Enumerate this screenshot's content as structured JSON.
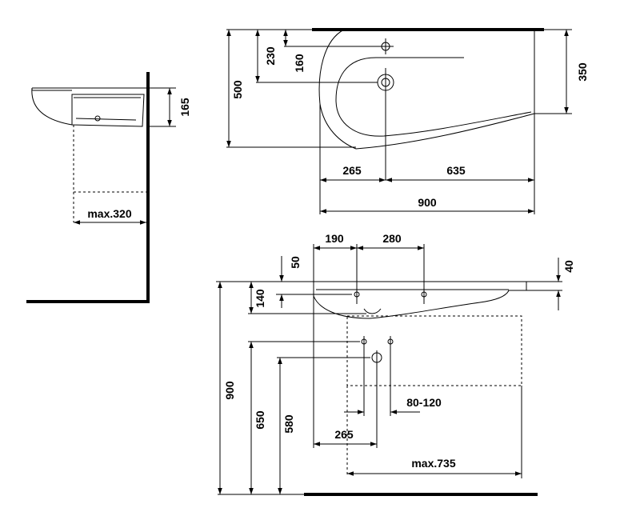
{
  "dimensions": {
    "side_165": "165",
    "side_max320": "max.320",
    "top_500": "500",
    "top_230": "230",
    "top_160": "160",
    "top_350": "350",
    "top_265": "265",
    "top_635": "635",
    "top_900": "900",
    "front_190": "190",
    "front_280": "280",
    "front_50": "50",
    "front_40": "40",
    "front_140": "140",
    "front_900": "900",
    "front_650": "650",
    "front_580": "580",
    "front_80_120": "80-120",
    "front_265": "265",
    "front_max735": "max.735"
  }
}
